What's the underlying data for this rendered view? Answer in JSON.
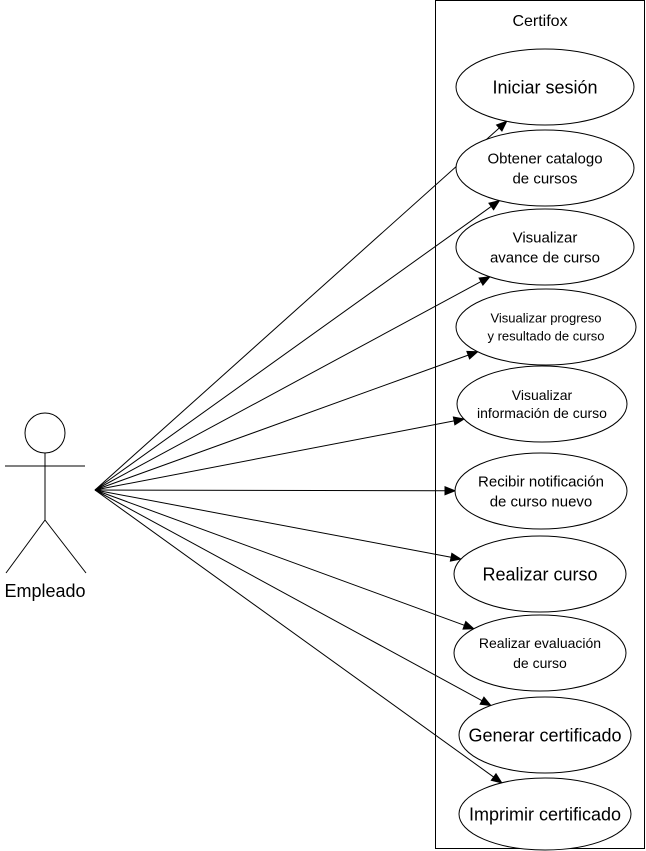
{
  "system": {
    "name": "Certifox"
  },
  "actor": {
    "name": "Empleado"
  },
  "use_cases": [
    {
      "lines": [
        "Iniciar sesión"
      ]
    },
    {
      "lines": [
        "Obtener catalogo",
        "de cursos"
      ]
    },
    {
      "lines": [
        "Visualizar",
        "avance de curso"
      ]
    },
    {
      "lines": [
        "Visualizar progreso",
        "y resultado de curso"
      ]
    },
    {
      "lines": [
        "Visualizar",
        "información de curso"
      ]
    },
    {
      "lines": [
        "Recibir notificación",
        "de curso nuevo"
      ]
    },
    {
      "lines": [
        "Realizar curso"
      ]
    },
    {
      "lines": [
        "Realizar evaluación",
        "de curso"
      ]
    },
    {
      "lines": [
        "Generar certificado"
      ]
    },
    {
      "lines": [
        "Imprimir certificado"
      ]
    }
  ]
}
